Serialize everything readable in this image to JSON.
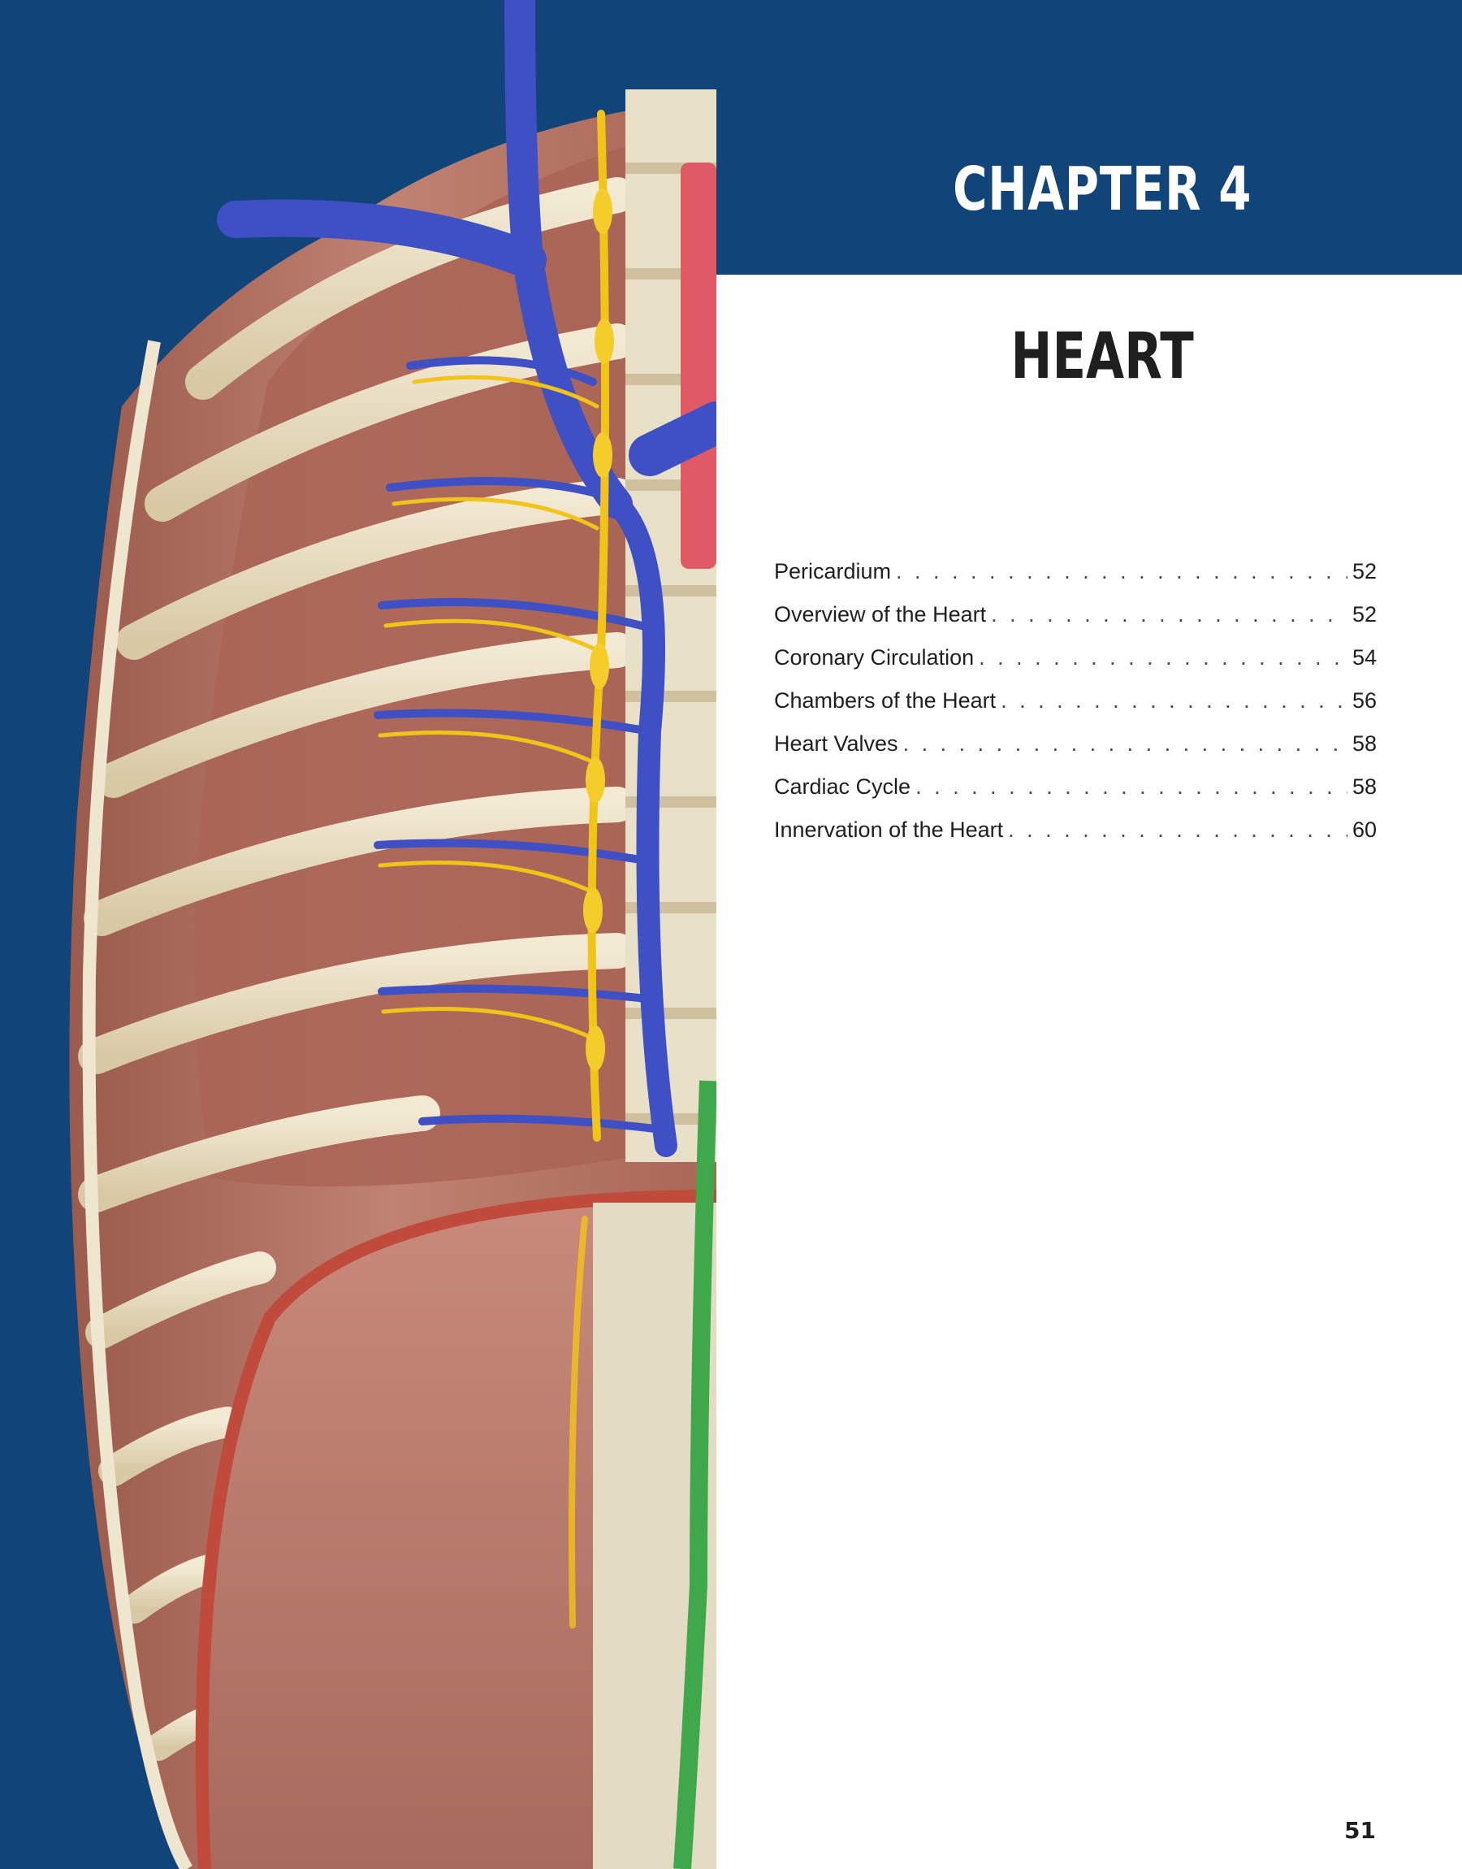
{
  "chapter": {
    "label": "CHAPTER 4",
    "title": "HEART"
  },
  "toc": [
    {
      "label": "Pericardium",
      "page": "52"
    },
    {
      "label": "Overview of the Heart",
      "page": "52"
    },
    {
      "label": "Coronary Circulation",
      "page": "54"
    },
    {
      "label": "Chambers of the Heart",
      "page": "56"
    },
    {
      "label": "Heart Valves",
      "page": "58"
    },
    {
      "label": "Cardiac Cycle",
      "page": "58"
    },
    {
      "label": "Innervation of the Heart",
      "page": "60"
    }
  ],
  "page_number": "51",
  "colors": {
    "brand_blue": "#11457a",
    "vein": "#3f4fc4",
    "nerve": "#f2c417",
    "muscle": "#b77667",
    "bone": "#e8dcc0",
    "artery": "#e05a66",
    "lymph": "#3fa84a"
  }
}
